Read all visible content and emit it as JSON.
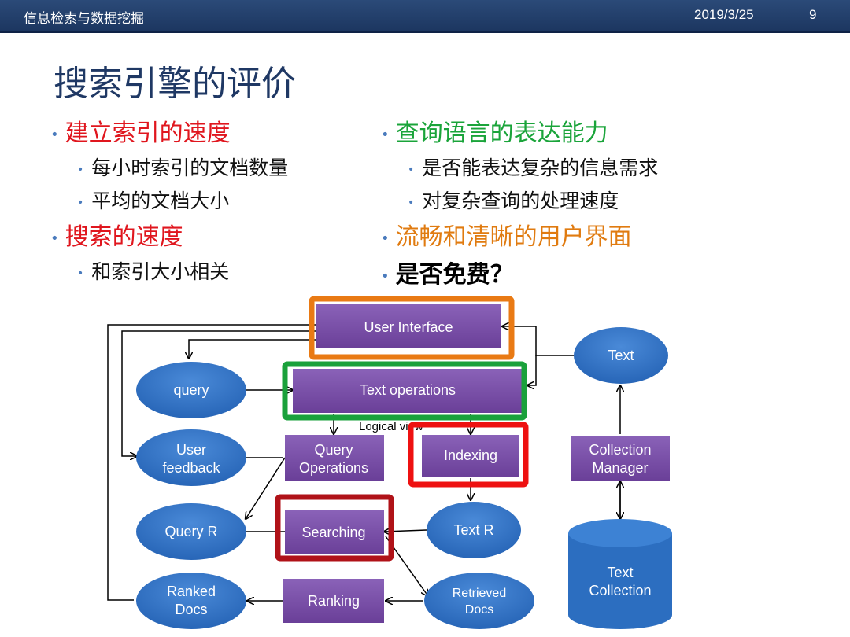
{
  "header": {
    "course": "信息检索与数据挖掘",
    "date": "2019/3/25",
    "page": "9"
  },
  "title": "搜索引擎的评价",
  "left_column": [
    {
      "text": "建立索引的速度",
      "color": "red",
      "subs": [
        "每小时索引的文档数量",
        "平均的文档大小"
      ]
    },
    {
      "text": "搜索的速度",
      "color": "red",
      "subs": [
        "和索引大小相关"
      ]
    }
  ],
  "right_column": [
    {
      "text": "查询语言的表达能力",
      "color": "green",
      "subs": [
        "是否能表达复杂的信息需求",
        "对复杂查询的处理速度"
      ]
    },
    {
      "text": "流畅和清晰的用户界面",
      "color": "orange",
      "subs": []
    },
    {
      "text": "是否免费？",
      "color": "black",
      "subs": []
    }
  ],
  "diagram": {
    "user_interface": "User Interface",
    "text_operations": "Text operations",
    "logical_view": "Logical view",
    "query_operations": [
      "Query",
      "Operations"
    ],
    "indexing": "Indexing",
    "searching": "Searching",
    "ranking": "Ranking",
    "collection_manager": [
      "Collection",
      "Manager"
    ],
    "query": "query",
    "user_feedback": [
      "User",
      "feedback"
    ],
    "query_r": "Query R",
    "ranked_docs": [
      "Ranked",
      "Docs"
    ],
    "text": "Text",
    "text_r": "Text R",
    "retrieved_docs": [
      "Retrieved",
      "Docs"
    ],
    "text_collection": [
      "Text",
      "Collection"
    ]
  },
  "colors": {
    "red": "#e0161e",
    "green": "#1aa43a",
    "orange": "#e07b10",
    "box_purple": "#7a4fa8",
    "ellipse_blue": "#2f74c6",
    "hl_orange": "#e97a14",
    "hl_green": "#1aa13b",
    "hl_red": "#ee1111",
    "hl_darkred": "#b01218"
  }
}
